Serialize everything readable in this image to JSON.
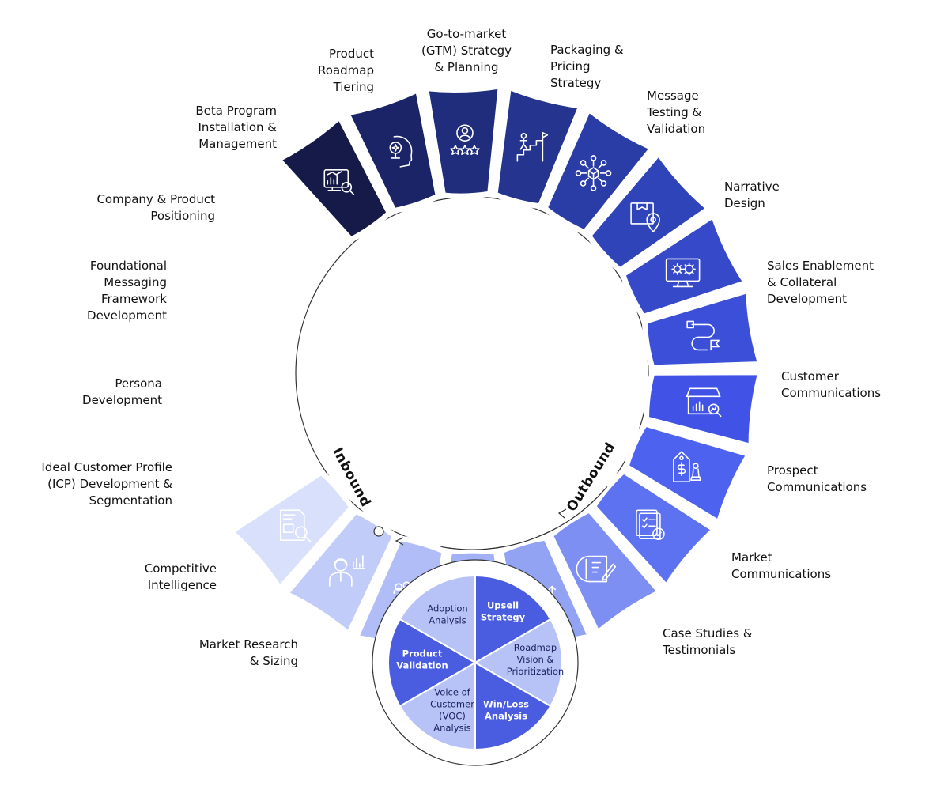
{
  "segments": [
    {
      "label": [
        "Market Research",
        "& Sizing"
      ],
      "icon": "market-research-icon",
      "color": "#151a48"
    },
    {
      "label": [
        "Competitive",
        "Intelligence"
      ],
      "icon": "competitive-intelligence-icon",
      "color": "#1b2466"
    },
    {
      "label": [
        "Ideal Customer Profile",
        "(ICP) Development &",
        "Segmentation"
      ],
      "icon": "ideal-customer-profile-icon",
      "color": "#202c7c"
    },
    {
      "label": [
        "Persona",
        "Development"
      ],
      "icon": "persona-growth-icon",
      "color": "#25348f"
    },
    {
      "label": [
        "Foundational",
        "Messaging",
        "Framework",
        "Development"
      ],
      "icon": "network-hub-icon",
      "color": "#2a3ca6"
    },
    {
      "label": [
        "Company & Product",
        "Positioning"
      ],
      "icon": "product-box-pin-icon",
      "color": "#2f44b9"
    },
    {
      "label": [
        "Beta Program",
        "Installation &",
        "Management"
      ],
      "icon": "monitor-gears-icon",
      "color": "#3549c9"
    },
    {
      "label": [
        "Product",
        "Roadmap",
        "Tiering"
      ],
      "icon": "roadmap-path-icon",
      "color": "#3b4fd8"
    },
    {
      "label": [
        "Go-to-market",
        "(GTM) Strategy",
        "& Planning"
      ],
      "icon": "storefront-chart-icon",
      "color": "#4053e6"
    },
    {
      "label": [
        "Packaging &",
        "Pricing",
        "Strategy"
      ],
      "icon": "price-tag-chess-icon",
      "color": "#4d62ef"
    },
    {
      "label": [
        "Message",
        "Testing &",
        "Validation"
      ],
      "icon": "checklist-check-icon",
      "color": "#5d72f0"
    },
    {
      "label": [
        "Narrative",
        "Design"
      ],
      "icon": "storyboard-pen-icon",
      "color": "#7d8ff2"
    },
    {
      "label": [
        "Sales Enablement",
        "& Collateral",
        "Development"
      ],
      "icon": "hand-coins-growth-icon",
      "color": "#93a3f4"
    },
    {
      "label": [
        "Customer",
        "Communications"
      ],
      "icon": "customer-support-icon",
      "color": "#a2b0f6"
    },
    {
      "label": [
        "Prospect",
        "Communications"
      ],
      "icon": "prospect-search-icon",
      "color": "#b1bdf7"
    },
    {
      "label": [
        "Market",
        "Communications"
      ],
      "icon": "presenter-chart-icon",
      "color": "#c2ccf9"
    },
    {
      "label": [
        "Case Studies &",
        "Testimonials"
      ],
      "icon": "case-study-doc-icon",
      "color": "#d9e0fc"
    }
  ],
  "inbound_label": "Inbound",
  "outbound_label": "Outbound",
  "inner_pie": [
    {
      "label": [
        "Upsell",
        "Strategy"
      ],
      "color": "#4a5de0",
      "text_color": "#ffffff"
    },
    {
      "label": [
        "Roadmap",
        "Vision &",
        "Prioritization"
      ],
      "color": "#b7c2f6",
      "text_color": "#1d2260"
    },
    {
      "label": [
        "Win/Loss",
        "Analysis"
      ],
      "color": "#4a5de0",
      "text_color": "#ffffff"
    },
    {
      "label": [
        "Voice of",
        "Customer",
        "(VOC)",
        "Analysis"
      ],
      "color": "#b7c2f6",
      "text_color": "#1d2260"
    },
    {
      "label": [
        "Product",
        "Validation"
      ],
      "color": "#4a5de0",
      "text_color": "#ffffff"
    },
    {
      "label": [
        "Adoption",
        "Analysis"
      ],
      "color": "#b7c2f6",
      "text_color": "#1d2260"
    }
  ]
}
